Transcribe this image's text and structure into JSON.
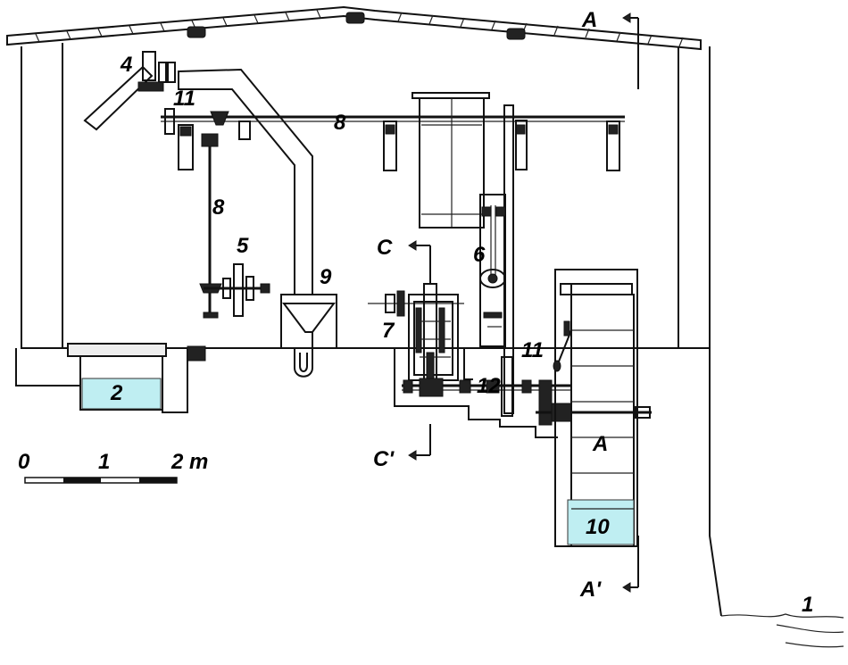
{
  "labels": {
    "section_top": "A",
    "section_bottom": "A'",
    "section_c": "C",
    "section_c_prime": "C'",
    "wheel_letter": "A",
    "scale_0": "0",
    "scale_1": "1",
    "scale_2": "2 m",
    "n1": "1",
    "n2": "2",
    "n4": "4",
    "n5": "5",
    "n6": "6",
    "n7": "7",
    "n8_top": "8",
    "n8_left": "8",
    "n9": "9",
    "n10": "10",
    "n11_top": "11",
    "n11_right": "11",
    "n12": "12"
  },
  "colors": {
    "water": "#bfeef2",
    "line": "#111111"
  },
  "icons": [
    "arrow-left-icon"
  ]
}
